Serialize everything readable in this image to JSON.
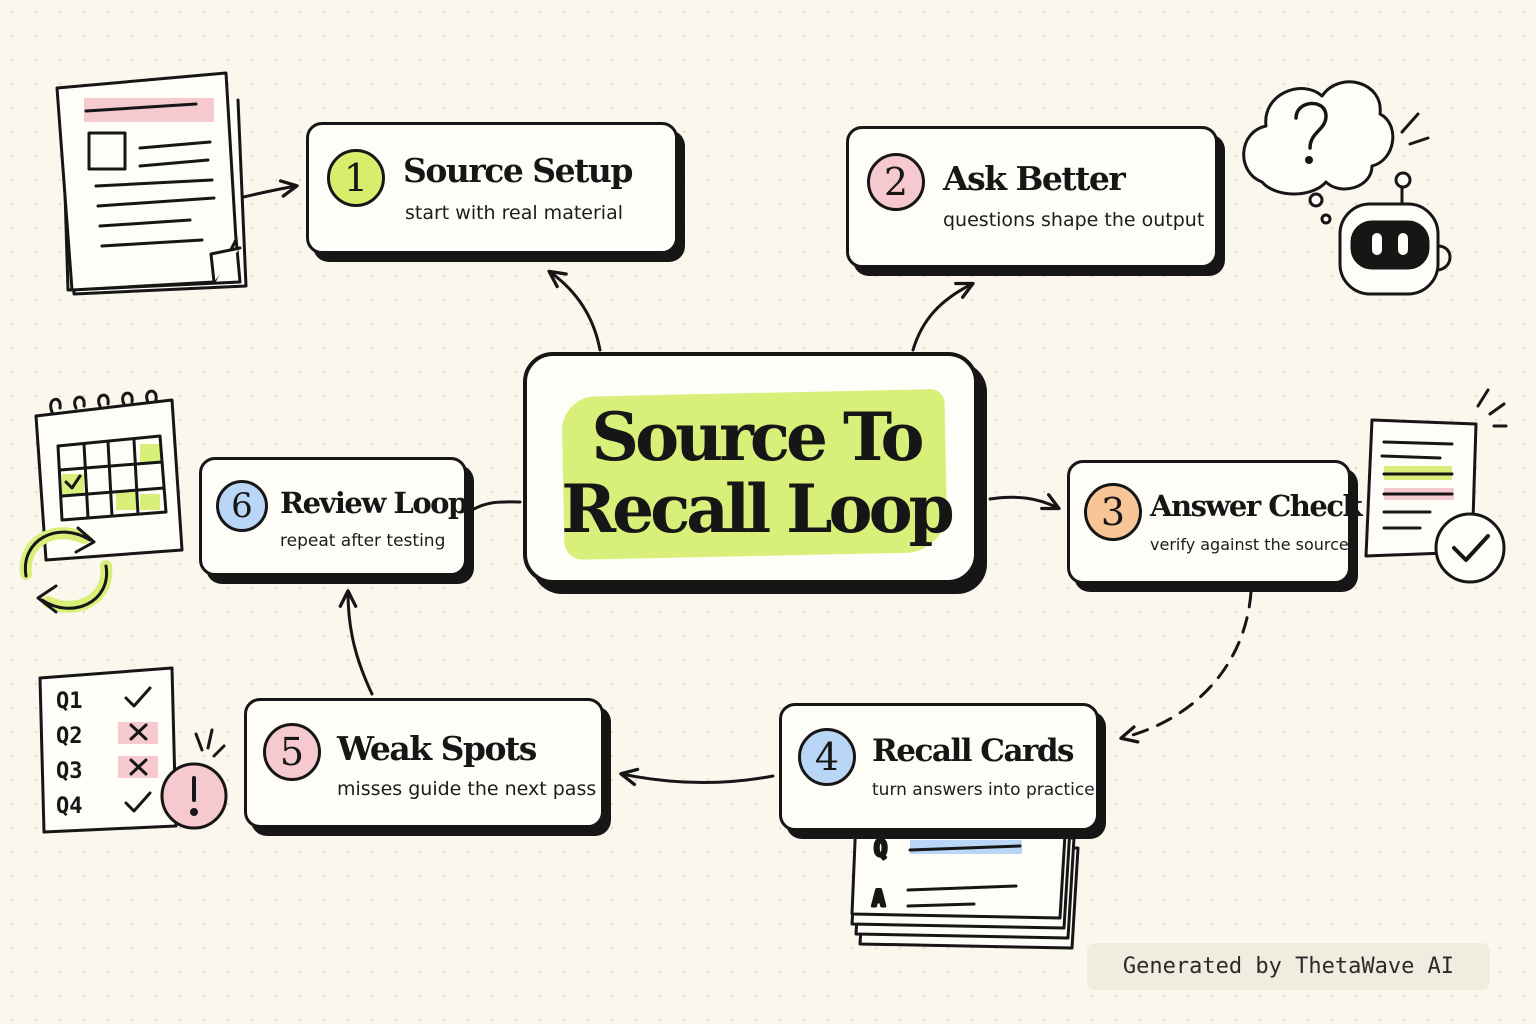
{
  "diagram": {
    "center": {
      "title_line1": "Source To",
      "title_line2": "Recall Loop"
    },
    "steps": [
      {
        "number": "1",
        "title": "Source Setup",
        "subtitle": "start with real material",
        "color": "#d6ee6c"
      },
      {
        "number": "2",
        "title": "Ask Better",
        "subtitle": "questions shape the output",
        "color": "#f6c9cf"
      },
      {
        "number": "3",
        "title": "Answer Check",
        "subtitle": "verify against the source",
        "color": "#f8c596"
      },
      {
        "number": "4",
        "title": "Recall Cards",
        "subtitle": "turn answers into practice",
        "color": "#b9d6f7"
      },
      {
        "number": "5",
        "title": "Weak Spots",
        "subtitle": "misses guide the next pass",
        "color": "#f6c9cf"
      },
      {
        "number": "6",
        "title": "Review Loop",
        "subtitle": "repeat after testing",
        "color": "#b9d6f7"
      }
    ],
    "icons": {
      "document": "document-icon",
      "thought": "thought-bubble-question-icon",
      "robot": "robot-icon",
      "checklist": "verified-document-icon",
      "flashcards": "flashcards-icon",
      "quiz": "quiz-results-icon",
      "calendar": "calendar-refresh-icon"
    },
    "flashcard_labels": {
      "question": "Q",
      "answer": "A"
    },
    "quiz_rows": [
      {
        "label": "Q1",
        "mark": "check"
      },
      {
        "label": "Q2",
        "mark": "cross"
      },
      {
        "label": "Q3",
        "mark": "cross"
      },
      {
        "label": "Q4",
        "mark": "check"
      }
    ],
    "colors": {
      "lime": "#d8f07a",
      "pink": "#f6c9cf",
      "blue": "#b9d6f7",
      "ink": "#161616"
    }
  },
  "watermark": "Generated by ThetaWave AI"
}
